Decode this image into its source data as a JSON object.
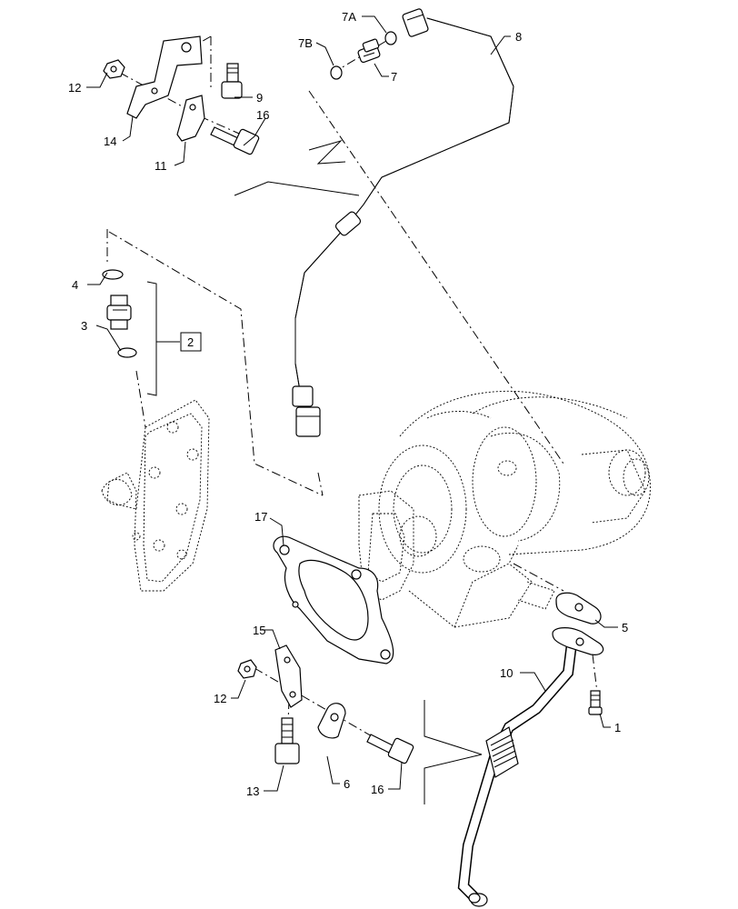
{
  "callouts": {
    "c1": "1",
    "c2": "2",
    "c3": "3",
    "c4": "4",
    "c5": "5",
    "c6": "6",
    "c7": "7",
    "c7a": "7A",
    "c7b": "7B",
    "c8": "8",
    "c9": "9",
    "c10": "10",
    "c11": "11",
    "c12a": "12",
    "c12b": "12",
    "c13": "13",
    "c14": "14",
    "c15": "15",
    "c16a": "16",
    "c16b": "16",
    "c17": "17"
  }
}
